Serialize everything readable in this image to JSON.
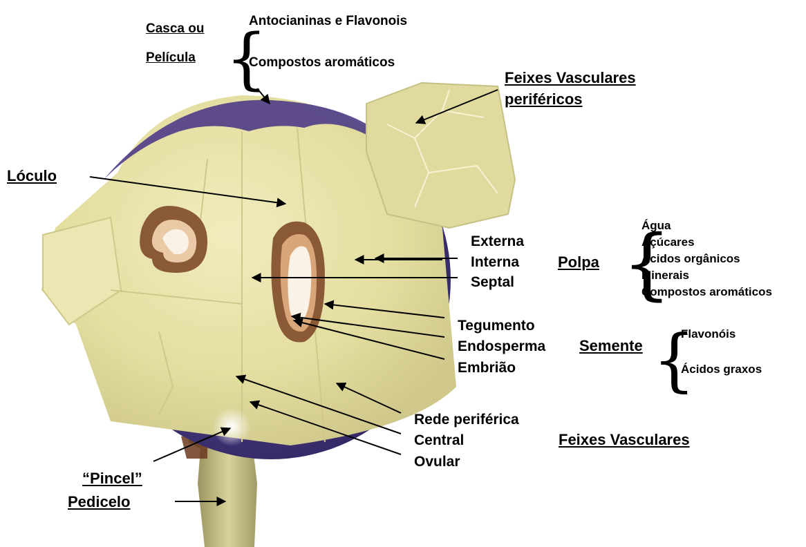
{
  "skin": {
    "title_line1": "Casca ou",
    "title_line2": "Película",
    "items": [
      "Antocianinas e Flavonois",
      "Compostos aromáticos"
    ]
  },
  "peripheral_bundles": {
    "line1": "Feixes Vasculares",
    "line2": "periféricos"
  },
  "loculo": "Lóculo",
  "pulp": {
    "regions": [
      "Externa",
      "Interna",
      "Septal"
    ],
    "title": "Polpa",
    "components": [
      "Água",
      "Açúcares",
      "Ácidos orgânicos",
      "Minerais",
      "Compostos aromáticos"
    ]
  },
  "seed": {
    "parts": [
      "Tegumento",
      "Endosperma",
      "Embrião"
    ],
    "title": "Semente",
    "components": [
      "Flavonóis",
      "Ácidos graxos"
    ]
  },
  "vascular": {
    "parts": [
      "Rede periférica",
      "Central",
      "Ovular"
    ],
    "title": "Feixes Vasculares"
  },
  "brush": "“Pincel”",
  "pedicel": "Pedicelo",
  "colors": {
    "skin": "#4e3c86",
    "pulp": "#e6e1a6",
    "seed_coat": "#8a5a36",
    "pedicel": "#b8b07a"
  }
}
